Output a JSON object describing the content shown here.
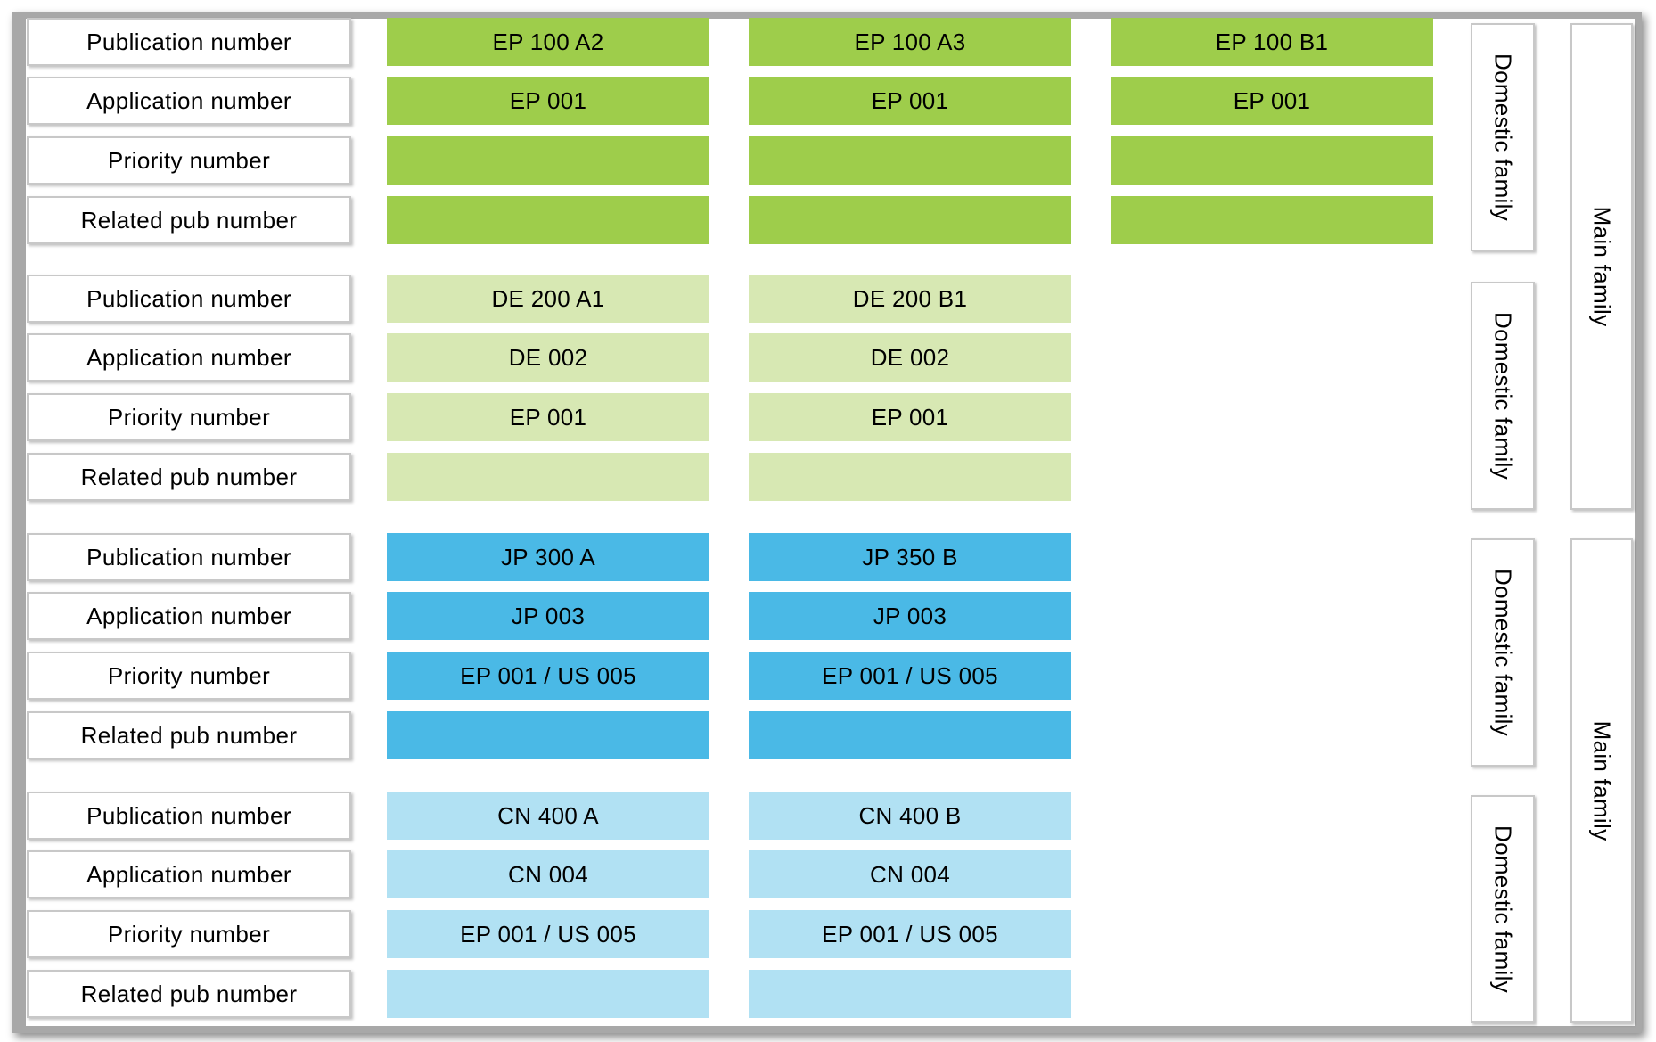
{
  "colors": {
    "ep_family": "#9ecd4b",
    "de_family": "#d7e8b3",
    "jp_family": "#4ab9e6",
    "cn_family": "#b1e1f3",
    "frame": "#a8a8a8",
    "box_border": "#c8c8c8"
  },
  "row_labels": {
    "publication": "Publication number",
    "application": "Application number",
    "priority": "Priority number",
    "related": "Related pub number"
  },
  "groups": [
    {
      "family": "ep_family",
      "columns": [
        {
          "publication": "EP 100 A2",
          "application": "EP 001",
          "priority": "",
          "related": ""
        },
        {
          "publication": "EP 100 A3",
          "application": "EP 001",
          "priority": "",
          "related": ""
        },
        {
          "publication": "EP 100 B1",
          "application": "EP 001",
          "priority": "",
          "related": ""
        }
      ]
    },
    {
      "family": "de_family",
      "columns": [
        {
          "publication": "DE 200 A1",
          "application": "DE 002",
          "priority": "EP 001",
          "related": ""
        },
        {
          "publication": "DE 200 B1",
          "application": "DE 002",
          "priority": "EP 001",
          "related": ""
        }
      ]
    },
    {
      "family": "jp_family",
      "columns": [
        {
          "publication": "JP 300 A",
          "application": "JP 003",
          "priority": "EP 001 / US 005",
          "related": ""
        },
        {
          "publication": "JP 350 B",
          "application": "JP 003",
          "priority": "EP 001 / US 005",
          "related": ""
        }
      ]
    },
    {
      "family": "cn_family",
      "columns": [
        {
          "publication": "CN 400 A",
          "application": "CN 004",
          "priority": "EP 001 / US 005",
          "related": ""
        },
        {
          "publication": "CN 400 B",
          "application": "CN 004",
          "priority": "EP 001 / US 005",
          "related": ""
        }
      ]
    }
  ],
  "domestic_family_labels": [
    "Domestic family",
    "Domestic family",
    "Domestic family",
    "Domestic family"
  ],
  "main_family_labels": [
    "Main family",
    "Main family"
  ]
}
